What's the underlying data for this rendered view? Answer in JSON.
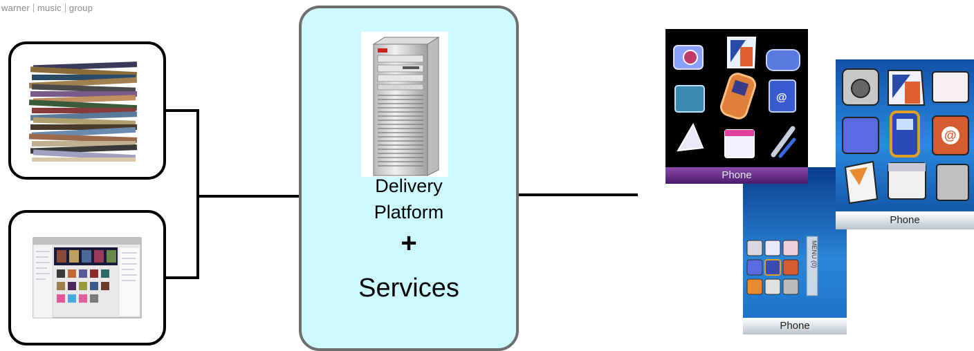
{
  "logo": {
    "parts": [
      "warner",
      "music",
      "group"
    ]
  },
  "platform": {
    "line1": "Delivery",
    "line2": "Platform",
    "plus": "+",
    "services": "Services"
  },
  "phones": [
    {
      "label": "Phone",
      "theme": "purple"
    },
    {
      "label": "Phone",
      "theme": "blue"
    },
    {
      "label": "Phone",
      "theme": "blue"
    }
  ],
  "colors": {
    "platform_fill": "#ccfaff",
    "platform_border": "#6e6e6e",
    "line": "#000000",
    "phone_blue": "#1a6fc7",
    "phone_black": "#000000",
    "phone_purple": "#6a2a8a"
  }
}
